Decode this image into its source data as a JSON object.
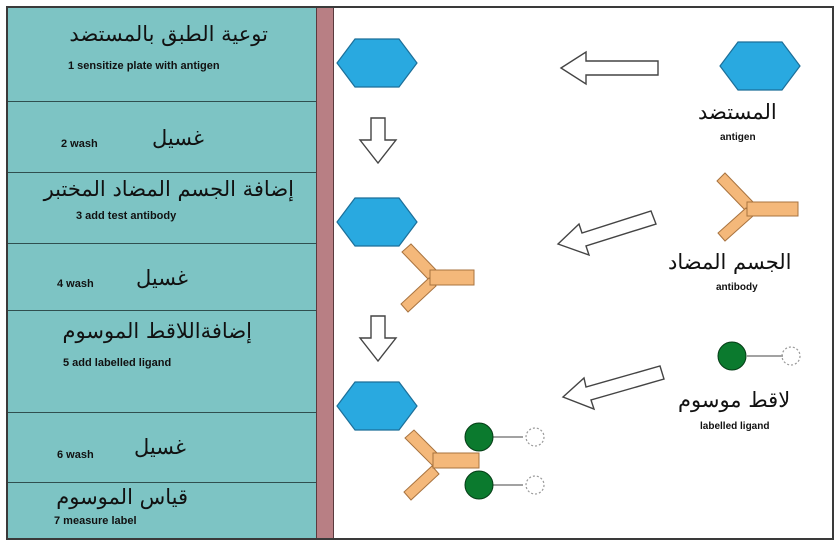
{
  "steps": [
    {
      "ar": "توعية الطبق بالمستضد",
      "en": "1 sensitize plate with antigen"
    },
    {
      "ar": "غسيل",
      "en": "2 wash"
    },
    {
      "ar": "إضافة الجسم المضاد المختبر",
      "en": "3 add test antibody"
    },
    {
      "ar": "غسيل",
      "en": "4 wash"
    },
    {
      "ar": "إضافةاللاقط الموسوم",
      "en": "5 add labelled ligand"
    },
    {
      "ar": "غسيل",
      "en": "6 wash"
    },
    {
      "ar": "قياس الموسوم",
      "en": "7 measure label"
    }
  ],
  "legend": {
    "antigen": {
      "ar": "المستضد",
      "en": "antigen"
    },
    "antibody": {
      "ar": "الجسم المضاد",
      "en": "antibody"
    },
    "ligand": {
      "ar": "لاقط موسوم",
      "en": "labelled ligand"
    }
  },
  "colors": {
    "step_panel": "#7dc4c4",
    "divider_bar": "#b87f84",
    "antigen": "#29a9e0",
    "antibody": "#f4b87a",
    "ligand": "#0b7a2e"
  }
}
